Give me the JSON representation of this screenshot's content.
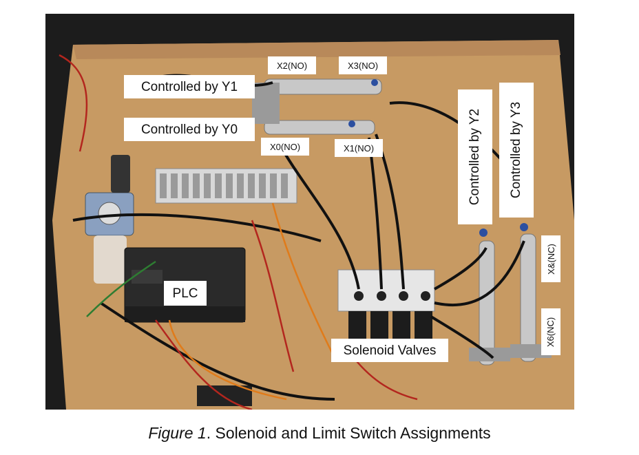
{
  "labels": {
    "controlled_y1": "Controlled by Y1",
    "controlled_y0": "Controlled by Y0",
    "x2": "X2(NO)",
    "x3": "X3(NO)",
    "x0": "X0(NO)",
    "x1": "X1(NO)",
    "controlled_y2": "Controlled by Y2",
    "controlled_y3": "Controlled by Y3",
    "x8": "X&(NC)",
    "x6": "X6(NC)",
    "plc": "PLC",
    "solenoid_valves": "Solenoid Valves"
  },
  "caption": {
    "figure": "Figure 1",
    "text": ". Solenoid and Limit Switch Assignments"
  },
  "colors": {
    "board": "#c79a63",
    "background": "#1a1a1a",
    "plc_body": "#2a2a2a",
    "valve_body": "#e6e6e6",
    "cylinder": "#c8c8c8",
    "wire_black": "#111111",
    "wire_red": "#b3261e",
    "wire_green": "#2e7d32",
    "wire_orange": "#e07b1a"
  }
}
